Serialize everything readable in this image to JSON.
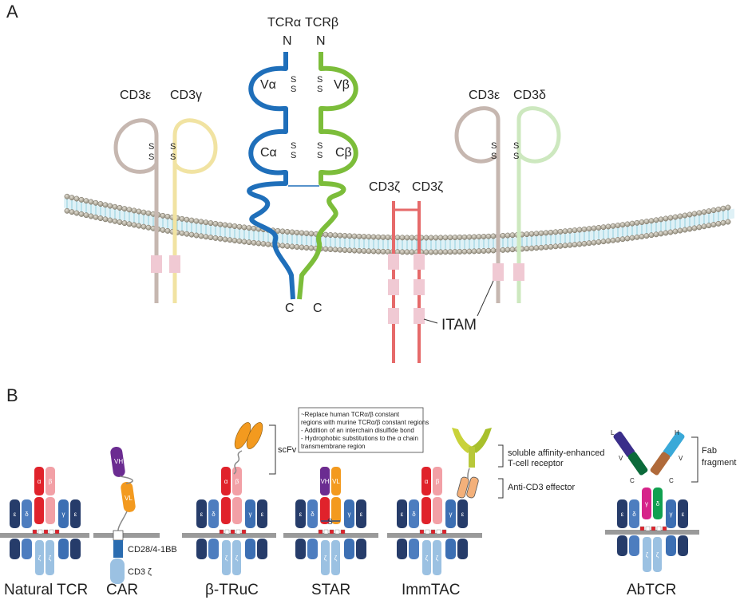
{
  "colors": {
    "tcr_alpha": "#1f6fba",
    "tcr_beta": "#7cbd3a",
    "cd3_epsilon": "#c6b7b0",
    "cd3_gamma": "#f1e3a2",
    "cd3_delta": "#cde8bf",
    "cd3_zeta": "#e66a6a",
    "itam": "#f0c9d3",
    "membrane_head": "#b0aa9a",
    "membrane_tail": "#7fc8d8",
    "b_alpha": "#e0222b",
    "b_beta": "#f2a0a6",
    "b_eps": "#263c6a",
    "b_delta": "#4d7dbf",
    "b_gamma": "#3c6fb3",
    "b_zeta": "#9bc1e2",
    "b_scfv": "#f39a1f",
    "b_vh_purple": "#6b2c91",
    "b_magenta": "#d6248a",
    "b_green": "#10a050"
  },
  "panelA": {
    "label": "A",
    "tcr_alpha": "TCRα",
    "tcr_beta": "TCRβ",
    "n_left": "N",
    "n_right": "N",
    "v_alpha": "Vα",
    "v_beta": "Vβ",
    "c_alpha": "Cα",
    "c_beta": "Cβ",
    "c_end_left": "C",
    "c_end_right": "C",
    "cd3_eps_left": "CD3ε",
    "cd3_gamma": "CD3γ",
    "cd3_eps_right": "CD3ε",
    "cd3_delta": "CD3δ",
    "cd3_zeta_1": "CD3ζ",
    "cd3_zeta_2": "CD3ζ",
    "itam": "ITAM",
    "disulfide": "S"
  },
  "panelB": {
    "label": "B",
    "names": [
      "Natural TCR",
      "CAR",
      "β-TRuC",
      "STAR",
      "ImmTAC",
      "AbTCR"
    ],
    "chain": {
      "alpha": "α",
      "beta": "β",
      "eps": "ε",
      "delta": "δ",
      "gamma": "γ",
      "zeta": "ζ",
      "vh": "VH",
      "vl": "VL",
      "s": "S",
      "l": "L",
      "h": "H",
      "v": "V",
      "c": "C"
    },
    "car_labels": [
      "CD28/4-1BB",
      "CD3 ζ"
    ],
    "scfv": "scFv",
    "immtac_labels": [
      "soluble affinity-enhanced",
      "T-cell receptor",
      "Anti-CD3 effector"
    ],
    "fab_labels": [
      "Fab",
      "fragment"
    ],
    "star_note": [
      "~Replace human TCRα/β constant",
      "regions with murine TCRα/β constant regions",
      "- Addition of an interchain disulfide bond",
      "- Hydrophobic substitutions to the α chain",
      "transmembrane region"
    ]
  }
}
